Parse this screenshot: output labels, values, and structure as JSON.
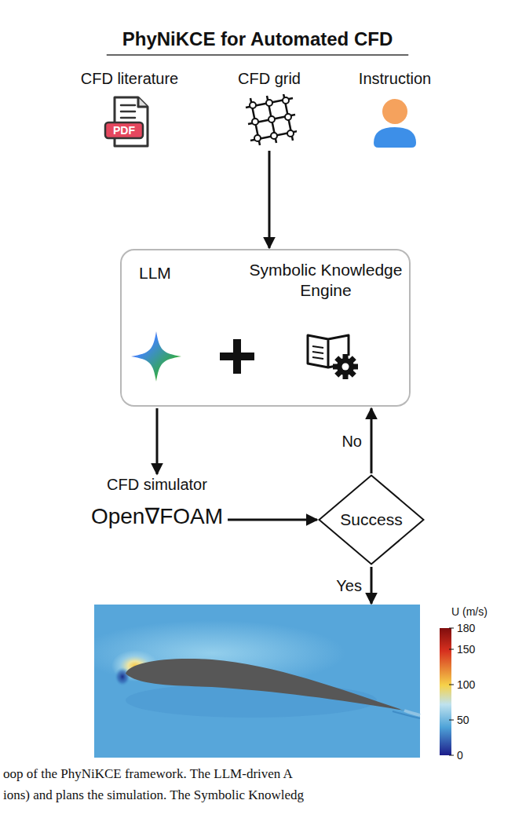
{
  "diagram": {
    "title": "PhyNiKCE for Automated CFD",
    "nodes": [
      {
        "text": [
          "CFD literature"
        ]
      },
      {
        "text": [
          "CFD grid"
        ]
      },
      {
        "text": [
          "Instruction"
        ]
      },
      {
        "text": [
          "LLM",
          "Symbolic Knowledge Engine"
        ]
      },
      {
        "text": [
          "CFD simulator",
          "Open∇FOAM"
        ]
      },
      {
        "text": [
          "Success"
        ]
      },
      {
        "text": [
          "U (m/s)",
          "180",
          "150",
          "100",
          "50",
          "0"
        ]
      }
    ],
    "edges": [
      {
        "from": 1,
        "to": 3,
        "arrow": "to"
      },
      {
        "from": 3,
        "to": 4,
        "arrow": "to"
      },
      {
        "from": 4,
        "to": 5,
        "arrow": "to"
      },
      {
        "from": 5,
        "to": 3,
        "label": "No",
        "arrow": "to"
      },
      {
        "from": 5,
        "to": 6,
        "label": "Yes",
        "arrow": "to"
      }
    ],
    "labels": [
      "PDF",
      "oop of the PhyNiKCE framework. The LLM-driven A",
      "ions) and plans the simulation. The Symbolic Knowledg"
    ]
  }
}
